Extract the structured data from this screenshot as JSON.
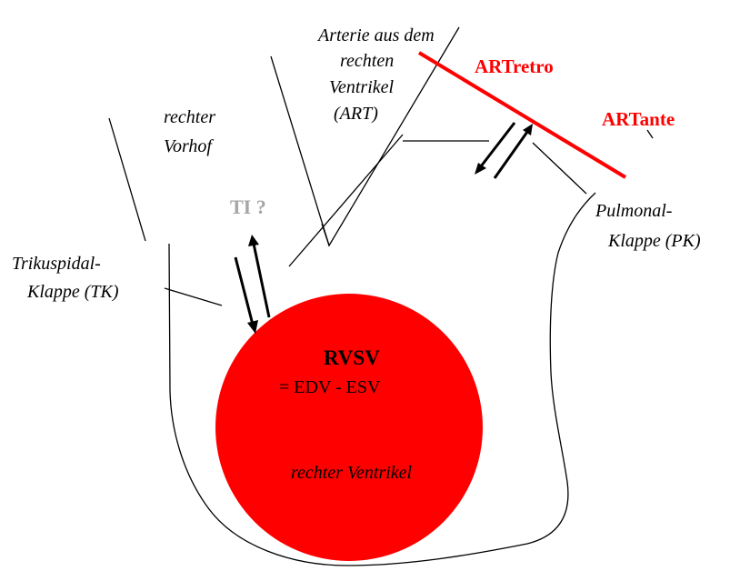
{
  "labels": {
    "atrium_line1": "rechter",
    "atrium_line2": "Vorhof",
    "artery_line1": "Arterie aus dem",
    "artery_line2": "rechten",
    "artery_line3": "Ventrikel",
    "artery_line4": "(ART)",
    "art_retro": "ARTretro",
    "art_ante": "ARTante",
    "tricuspid_line1": "Trikuspidal-",
    "tricuspid_line2": "Klappe (TK)",
    "pulmonal_line1": "Pulmonal-",
    "pulmonal_line2": "Klappe (PK)",
    "ti": "TI ?",
    "rvsv": "RVSV",
    "rvsv_formula": "= EDV - ESV",
    "ventricle": "rechter Ventrikel"
  },
  "colors": {
    "ventricle_fill": "#ff0000",
    "red_accent": "#ff0000",
    "ti_gray": "#a6a6a6",
    "line": "#000000"
  }
}
